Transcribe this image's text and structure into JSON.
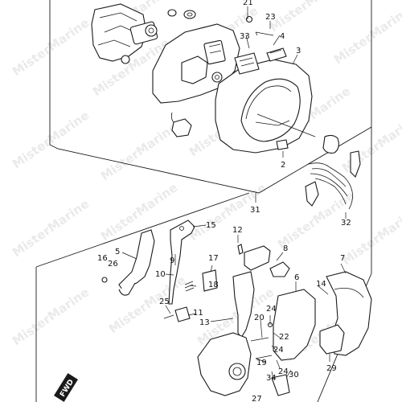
{
  "watermark": {
    "text": "MisterMarine"
  },
  "fwd_badge": {
    "label": "FWD"
  },
  "callouts": [
    {
      "id": "c21",
      "label": "21"
    },
    {
      "id": "c23",
      "label": "23"
    },
    {
      "id": "c33",
      "label": "33"
    },
    {
      "id": "c4",
      "label": "4"
    },
    {
      "id": "c3",
      "label": "3"
    },
    {
      "id": "c2",
      "label": "2"
    },
    {
      "id": "c31",
      "label": "31"
    },
    {
      "id": "c32",
      "label": "32"
    },
    {
      "id": "c15",
      "label": "15"
    },
    {
      "id": "c5",
      "label": "5"
    },
    {
      "id": "c12",
      "label": "12"
    },
    {
      "id": "c8",
      "label": "8"
    },
    {
      "id": "c7",
      "label": "7"
    },
    {
      "id": "c16",
      "label": "16"
    },
    {
      "id": "c26",
      "label": "26"
    },
    {
      "id": "c9",
      "label": "9"
    },
    {
      "id": "c17",
      "label": "17"
    },
    {
      "id": "c10",
      "label": "10"
    },
    {
      "id": "c18",
      "label": "18"
    },
    {
      "id": "c6",
      "label": "6"
    },
    {
      "id": "c14",
      "label": "14"
    },
    {
      "id": "c25",
      "label": "25"
    },
    {
      "id": "c11",
      "label": "11"
    },
    {
      "id": "c13",
      "label": "13"
    },
    {
      "id": "c20",
      "label": "20"
    },
    {
      "id": "c24a",
      "label": "24"
    },
    {
      "id": "c22",
      "label": "22"
    },
    {
      "id": "c24b",
      "label": "24"
    },
    {
      "id": "c19",
      "label": "19"
    },
    {
      "id": "c24c",
      "label": "24"
    },
    {
      "id": "c34",
      "label": "34"
    },
    {
      "id": "c30",
      "label": "30"
    },
    {
      "id": "c29",
      "label": "29"
    },
    {
      "id": "c27",
      "label": "27"
    }
  ]
}
